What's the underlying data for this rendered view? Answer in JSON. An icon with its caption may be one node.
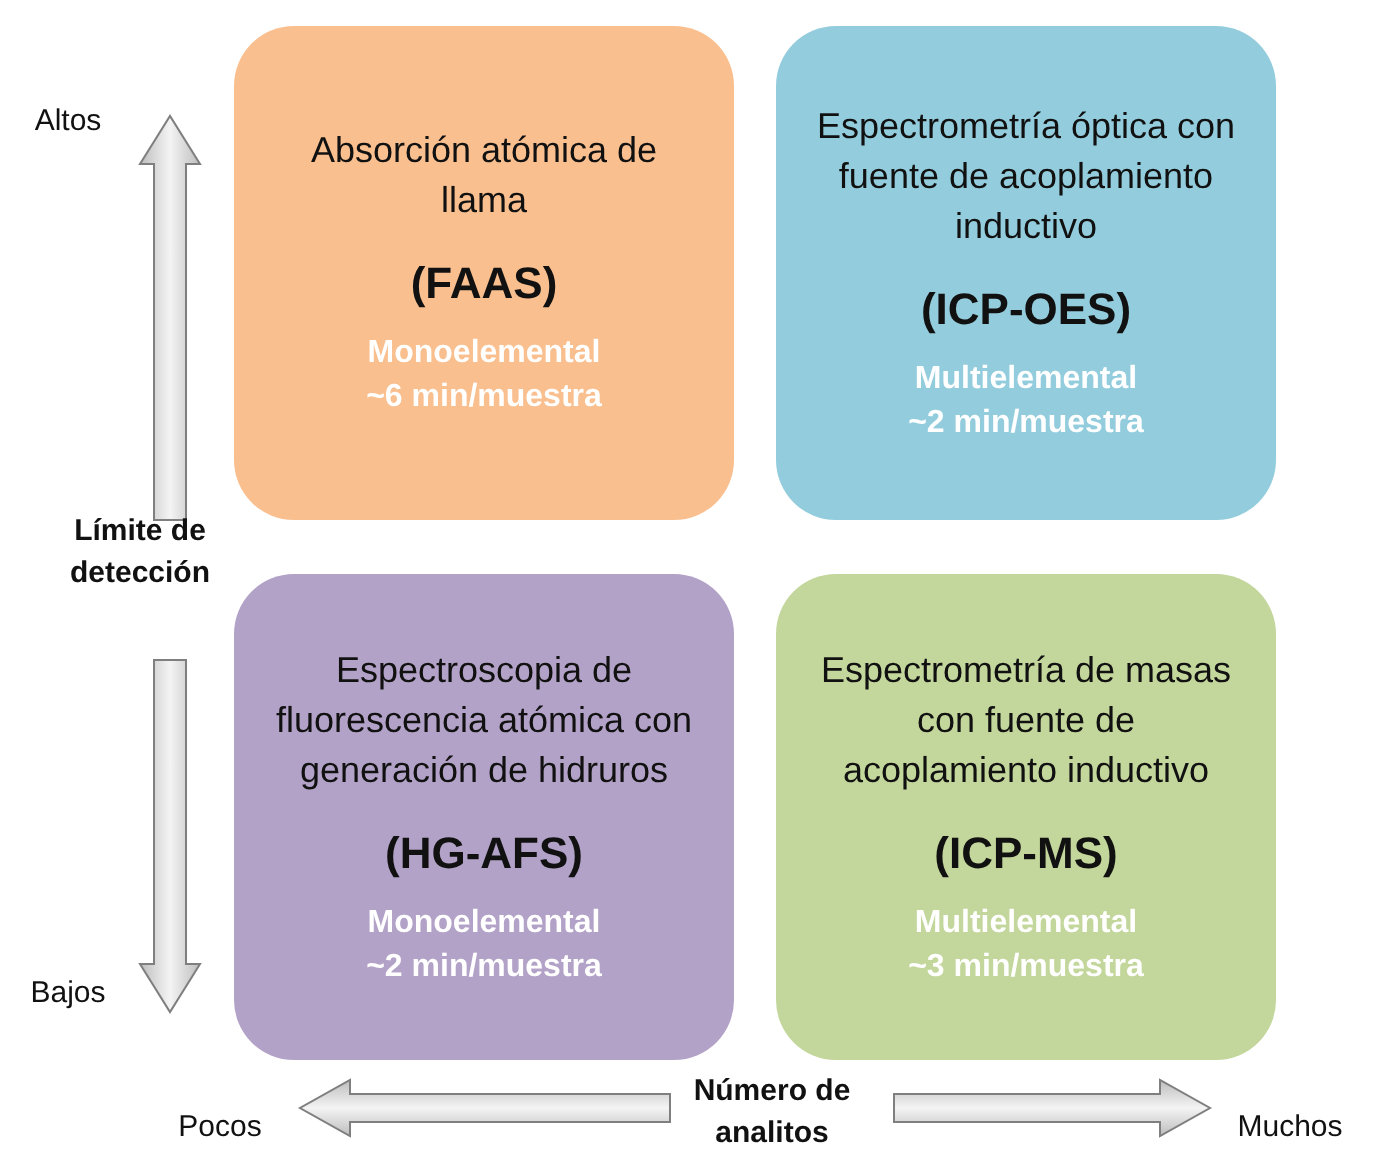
{
  "diagram": {
    "nodes": [
      {
        "text": [
          "Absorción atómica de llama",
          "(FAAS)",
          "Monoelemental",
          "~6 min/muestra"
        ]
      },
      {
        "text": [
          "Espectrometría óptica con fuente de acoplamiento inductivo",
          "(ICP-OES)",
          "Multielemental",
          "~2 min/muestra"
        ]
      },
      {
        "text": [
          "Espectroscopia de fluorescencia atómica con generación de hidruros",
          "(HG-AFS)",
          "Monoelemental",
          "~2 min/muestra"
        ]
      },
      {
        "text": [
          "Espectrometría de masas con fuente de acoplamiento inductivo",
          "(ICP-MS)",
          "Multielemental",
          "~3 min/muestra"
        ]
      }
    ],
    "labels": [
      "Altos",
      "Límite de detección",
      "Bajos",
      "Pocos",
      "Número de analitos",
      "Muchos"
    ]
  }
}
